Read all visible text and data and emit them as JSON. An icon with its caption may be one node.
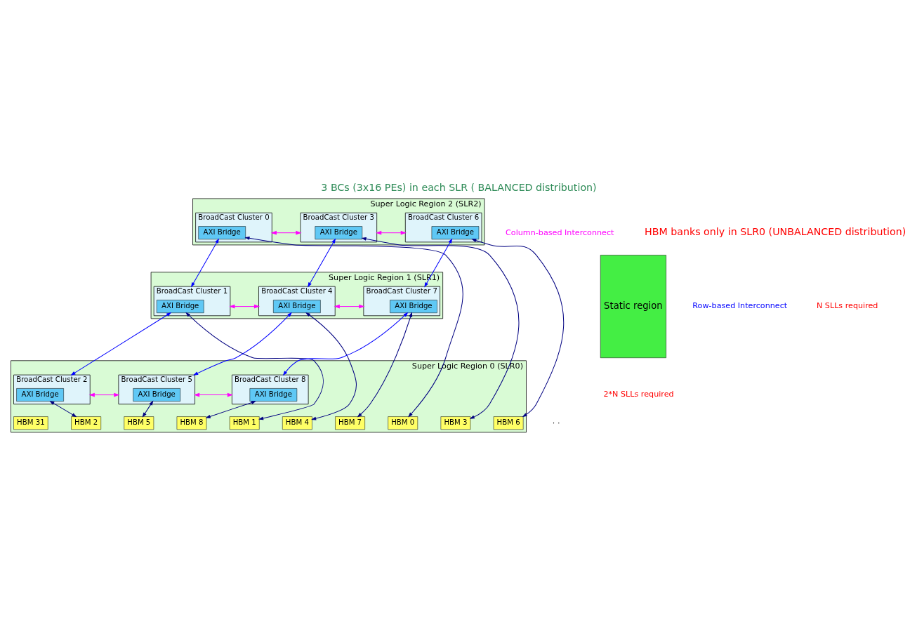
{
  "diagram": {
    "title": "3 BCs (3x16 PEs) in each SLR ( BALANCED distribution)",
    "caption": "HBM banks only in SLR0 (UNBALANCED distribution)",
    "nodes": [
      {
        "text": [
          "Super Logic Region 2 (SLR2)"
        ]
      },
      {
        "text": [
          "BroadCast Cluster 0"
        ],
        "in": 0
      },
      {
        "text": [
          "AXI Bridge"
        ],
        "in": 1
      },
      {
        "text": [
          "BroadCast Cluster 3"
        ],
        "in": 0
      },
      {
        "text": [
          "AXI Bridge"
        ],
        "in": 3
      },
      {
        "text": [
          "BroadCast Cluster 6"
        ],
        "in": 0
      },
      {
        "text": [
          "AXI Bridge"
        ],
        "in": 5
      },
      {
        "text": [
          "Super Logic Region 1 (SLR1)"
        ]
      },
      {
        "text": [
          "BroadCast Cluster 1"
        ],
        "in": 7
      },
      {
        "text": [
          "AXI Bridge"
        ],
        "in": 8
      },
      {
        "text": [
          "BroadCast Cluster 4"
        ],
        "in": 7
      },
      {
        "text": [
          "AXI Bridge"
        ],
        "in": 10
      },
      {
        "text": [
          "BroadCast Cluster 7"
        ],
        "in": 7
      },
      {
        "text": [
          "AXI Bridge"
        ],
        "in": 12
      },
      {
        "text": [
          "Super Logic Region 0 (SLR0)"
        ]
      },
      {
        "text": [
          "BroadCast Cluster 2"
        ],
        "in": 14
      },
      {
        "text": [
          "AXI Bridge"
        ],
        "in": 15
      },
      {
        "text": [
          "BroadCast Cluster 5"
        ],
        "in": 14
      },
      {
        "text": [
          "AXI Bridge"
        ],
        "in": 17
      },
      {
        "text": [
          "BroadCast Cluster 8"
        ],
        "in": 14
      },
      {
        "text": [
          "AXI Bridge"
        ],
        "in": 19
      },
      {
        "text": [
          "Static region"
        ]
      },
      {
        "text": [
          "HBM 0"
        ],
        "in": 14
      },
      {
        "text": [
          "HBM 1"
        ],
        "in": 14
      },
      {
        "text": [
          "HBM 2"
        ],
        "in": 14
      },
      {
        "text": [
          "HBM 3"
        ],
        "in": 14
      },
      {
        "text": [
          "HBM 4"
        ],
        "in": 14
      },
      {
        "text": [
          "HBM 5"
        ],
        "in": 14
      },
      {
        "text": [
          "HBM 6"
        ],
        "in": 14
      },
      {
        "text": [
          "HBM 7"
        ],
        "in": 14
      },
      {
        "text": [
          "HBM 8"
        ],
        "in": 14
      },
      {
        "text": [
          "HBM 31"
        ],
        "in": 14
      }
    ],
    "edges": [
      {
        "from": 1,
        "to": 3,
        "arrow": "both",
        "color": "#ff00ff"
      },
      {
        "from": 3,
        "to": 5,
        "arrow": "both",
        "color": "#ff00ff"
      },
      {
        "from": 8,
        "to": 10,
        "arrow": "both",
        "color": "#ff00ff"
      },
      {
        "from": 10,
        "to": 12,
        "arrow": "both",
        "color": "#ff00ff"
      },
      {
        "from": 15,
        "to": 17,
        "arrow": "both",
        "color": "#ff00ff"
      },
      {
        "from": 17,
        "to": 19,
        "arrow": "both",
        "color": "#ff00ff"
      },
      {
        "from": 2,
        "to": 8,
        "arrow": "both",
        "color": "#0000ff"
      },
      {
        "from": 4,
        "to": 10,
        "arrow": "both",
        "color": "#0000ff"
      },
      {
        "from": 6,
        "to": 12,
        "arrow": "both",
        "color": "#0000ff"
      },
      {
        "from": 9,
        "to": 15,
        "arrow": "both",
        "color": "#0000ff"
      },
      {
        "from": 11,
        "to": 17,
        "arrow": "both",
        "color": "#0000ff"
      },
      {
        "from": 13,
        "to": 19,
        "arrow": "both",
        "color": "#0000ff"
      },
      {
        "from": 2,
        "to": 22,
        "arrow": "both"
      },
      {
        "from": 9,
        "to": 23,
        "arrow": "both"
      },
      {
        "from": 16,
        "to": 24,
        "arrow": "both"
      },
      {
        "from": 4,
        "to": 25,
        "arrow": "both"
      },
      {
        "from": 11,
        "to": 26,
        "arrow": "both"
      },
      {
        "from": 18,
        "to": 27,
        "arrow": "both"
      },
      {
        "from": 6,
        "to": 28,
        "arrow": "both"
      },
      {
        "from": 13,
        "to": 29,
        "arrow": "both"
      },
      {
        "from": 20,
        "to": 30,
        "arrow": "both"
      }
    ],
    "labels": [
      "Column-based Interconnect",
      "Row-based Interconnect",
      "N SLLs required",
      "2*N SLLs required",
      "· ·"
    ]
  }
}
